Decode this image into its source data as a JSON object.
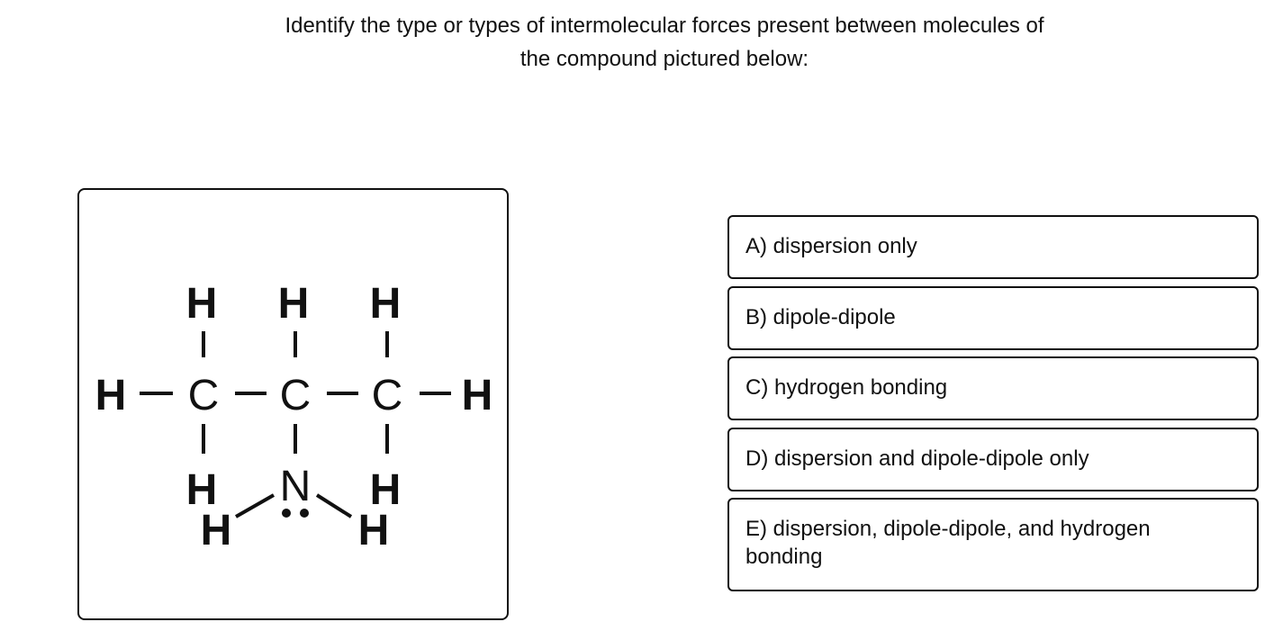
{
  "question": {
    "line1": "Identify the type or types of intermolecular forces present between molecules of",
    "line2": "the compound pictured below:"
  },
  "molecule": {
    "top_h": [
      "H",
      "H",
      "H"
    ],
    "left_h": "H",
    "right_h": "H",
    "carbons": [
      "C",
      "C",
      "C"
    ],
    "bottom_h_left": "H",
    "nitrogen": "N",
    "bottom_h_right": "H",
    "amine_h_left": "H",
    "amine_h_right": "H",
    "lone_pair": "••"
  },
  "options": [
    {
      "label": "A) dispersion only"
    },
    {
      "label": "B) dipole-dipole"
    },
    {
      "label": "C) hydrogen bonding"
    },
    {
      "label": "D) dispersion and dipole-dipole only"
    },
    {
      "label": "E) dispersion, dipole-dipole, and hydrogen bonding"
    }
  ]
}
